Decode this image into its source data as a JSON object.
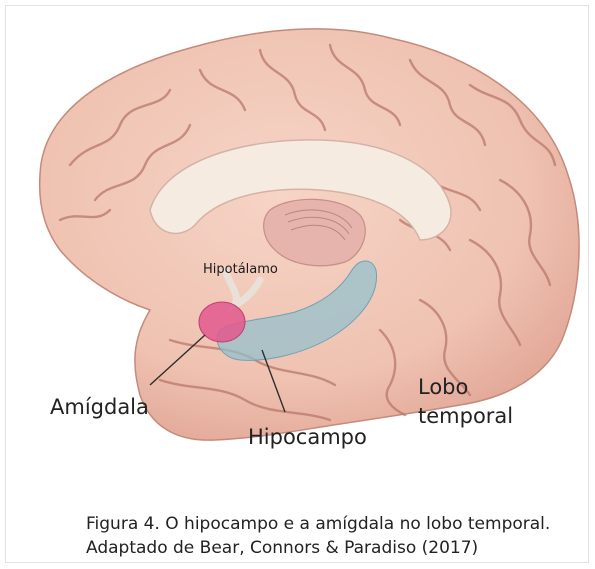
{
  "labels": {
    "hipotalamo": "Hipotálamo",
    "amigdala": "Amígdala",
    "lobo_line1": "Lobo",
    "lobo_line2": "temporal",
    "hipocampo": "Hipocampo"
  },
  "caption": {
    "line1": "Figura 4. O hipocampo e a amígdala no lobo temporal.",
    "line2": "Adaptado de Bear, Connors & Paradiso (2017)"
  },
  "colors": {
    "cortex": "#f0c4b4",
    "sulcus": "#b9786c",
    "hippocampus": "#8fc0cf",
    "amygdala": "#e2588e",
    "corpus_callosum": "#f5ebe0"
  }
}
